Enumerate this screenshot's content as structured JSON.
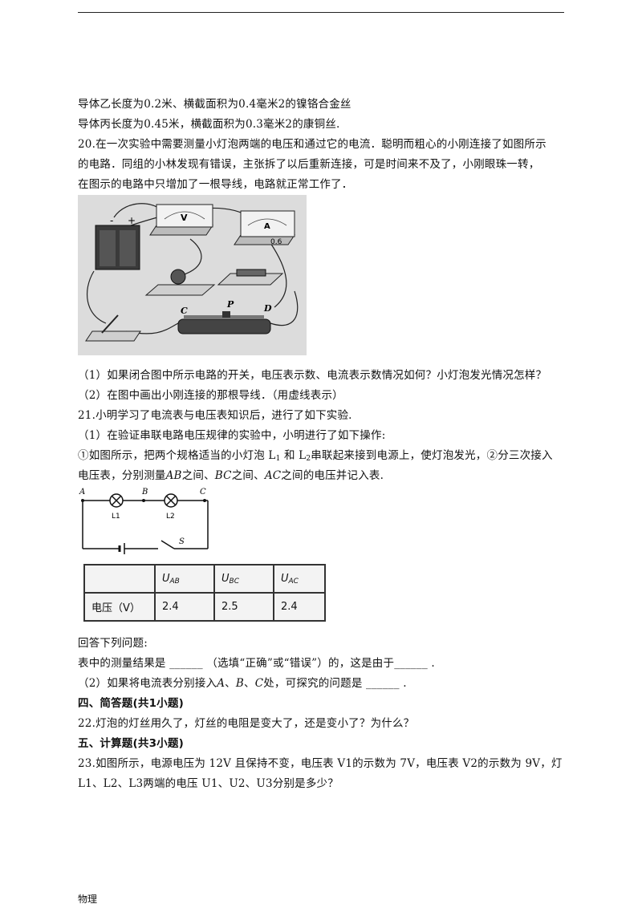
{
  "q19": {
    "line_yi": "导体乙长度为0.2米、横截面积为0.4毫米2的镍铬合金丝",
    "line_bing": "导体丙长度为0.45米，横截面积为0.3毫米2的康铜丝."
  },
  "q20": {
    "line1": "20.在一次实验中需要测量小灯泡两端的电压和通过它的电流．聪明而粗心的小刚连接了如图所示",
    "line2": "的电路．同组的小林发现有错误，主张拆了以后重新连接，可是时间来不及了，小刚眼珠一转，",
    "line3": "在图示的电路中只增加了一根导线，电路就正常工作了．",
    "figure": {
      "voltmeter_label": "V",
      "ammeter_label": "A",
      "ammeter_terminal": "0.6",
      "battery_minus": "-",
      "battery_plus": "+",
      "label_c": "C",
      "label_p": "P",
      "label_d": "D"
    },
    "sub1": "（1）如果闭合图中所示电路的开关，电压表示数、电流表示数情况如何？小灯泡发光情况怎样？",
    "sub2": "（2）在图中画出小刚连接的那根导线．（用虚线表示）"
  },
  "q21": {
    "line1": "21.小明学习了电流表与电压表知识后，进行了如下实验.",
    "line2": "（1）在验证串联电路电压规律的实验中，小明进行了如下操作:",
    "line3a": "①如图所示，把两个规格适当的小灯泡 L",
    "line3_sub1": "1",
    "line3b": " 和 L",
    "line3_sub2": "2",
    "line3c": "串联起来接到电源上，使灯泡发光，②分三次接入",
    "line4a": "电压表，分别测量",
    "line4_ab": "AB",
    "line4b": "之间、",
    "line4_bc": "BC",
    "line4c": "之间、",
    "line4_ac": "AC",
    "line4d": "之间的电压并记入表.",
    "circuit": {
      "label_a": "A",
      "label_b": "B",
      "label_c": "C",
      "lamp1": "L1",
      "lamp2": "L2",
      "switch": "S"
    },
    "table": {
      "headers": [
        "",
        "UAB",
        "UBC",
        "UAC"
      ],
      "row_label": "电压（V）",
      "values": [
        "2.4",
        "2.5",
        "2.4"
      ]
    },
    "answer_intro": "回答下列问题:",
    "answer1": "表中的测量结果是 ______ （选填“正确”或“错误”）的，这是由于______ .",
    "answer2a": "（2）如果将电流表分别接入",
    "answer2_a": "A",
    "answer2_sep1": "、",
    "answer2_b": "B",
    "answer2_sep2": "、",
    "answer2_c": "C",
    "answer2b": "处，可探究的问题是 ______ ."
  },
  "section4": {
    "title": "四、简答题(共1小题)",
    "q22": "22.灯泡的灯丝用久了，灯丝的电阻是变大了，还是变小了？为什么？"
  },
  "section5": {
    "title": "五、计算题(共3小题)",
    "q23_line1": "23.如图所示，电源电压为 12V 且保持不变，电压表 V1的示数为 7V，电压表 V2的示数为 9V，灯",
    "q23_line2": "L1、L2、L3两端的电压 U1、U2、U3分别是多少？"
  },
  "footer": "物理"
}
